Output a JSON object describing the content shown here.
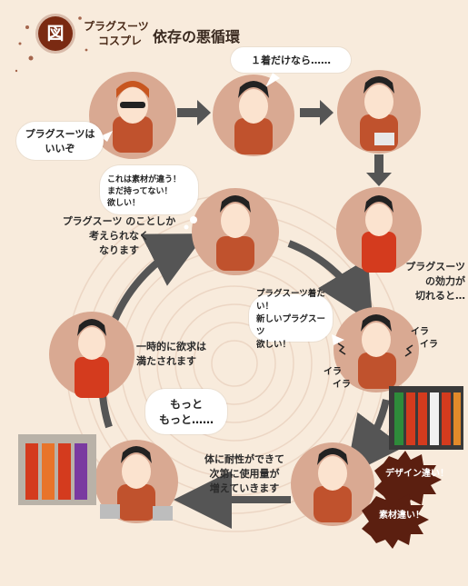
{
  "header": {
    "badge": "図",
    "subtitle_line1": "プラグスーツ",
    "subtitle_line2": "コスプレ",
    "title": "依存の悪循環"
  },
  "speech": {
    "friend": "プラグスーツは\nいいぞ",
    "just_one": "１着だけなら……",
    "thought": "これは素材が違う！\nまだ持ってない！\n欲しい！",
    "want_new": "プラグスーツ着たい！\n新しいプラグスーツ\n欲しい！",
    "more": "もっと\nもっと……"
  },
  "captions": {
    "obsessed": "プラグスーツ のことしか\n考えられなく\nなります",
    "wears_off": "プラグスーツ\nの効力が\n切れると…",
    "satisfied": "一時的に欲求は\n満たされます",
    "tolerance": "体に耐性ができて\n次第に使用量が\n増えていきます"
  },
  "irritation": {
    "ira1": "イラ",
    "ira2": "イラ",
    "ira3": "イラ",
    "ira4": "イラ"
  },
  "bursts": {
    "design": "デザイン違い！",
    "material": "素材違い！"
  },
  "colors": {
    "background": "#f8ebdc",
    "circle": "#d9a992",
    "arrow": "#555555",
    "badge": "#7a2a12",
    "burst": "#5b1f10",
    "shirt": "#c0522d",
    "suit": "#d43b1e"
  }
}
